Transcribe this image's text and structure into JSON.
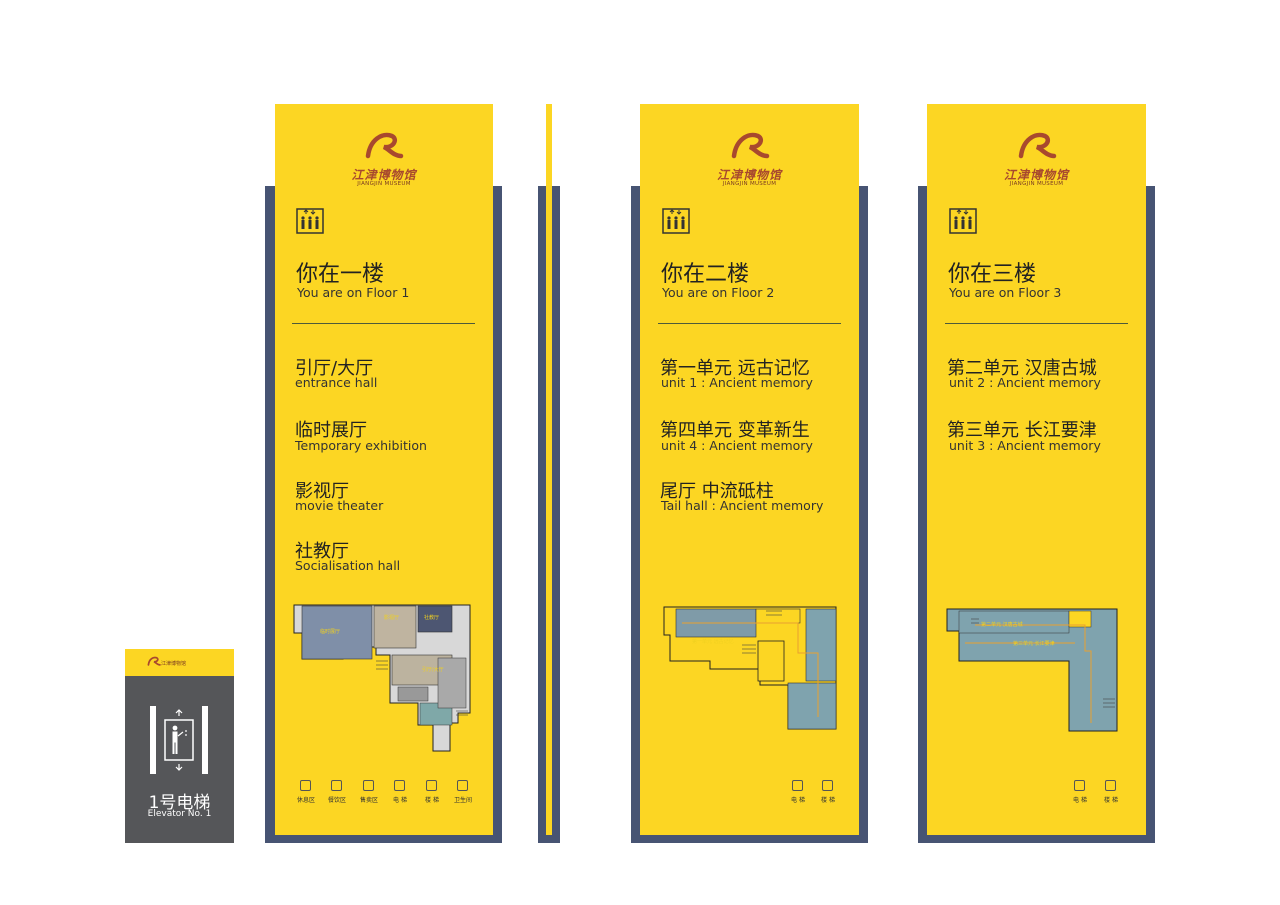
{
  "museum": {
    "name_cn": "江津博物馆",
    "name_en": "JIANGJIN MUSEUM"
  },
  "panels": [
    {
      "title_cn": "你在一楼",
      "title_en": "You are on Floor 1",
      "items": [
        {
          "cn": "引厅/大厅",
          "en": "entrance hall"
        },
        {
          "cn": "临时展厅",
          "en": "Temporary exhibition"
        },
        {
          "cn": "影视厅",
          "en": "movie theater"
        },
        {
          "cn": "社教厅",
          "en": "Socialisation hall"
        }
      ],
      "map_labels": [
        "临时展厅",
        "影视厅",
        "社教厅",
        "引厅/大厅"
      ],
      "footer": [
        "休息区",
        "餐饮区",
        "售卖区",
        "电 梯",
        "楼 梯",
        "卫生间"
      ]
    },
    {
      "title_cn": "你在二楼",
      "title_en": "You are on Floor 2",
      "items": [
        {
          "cn": "第一单元  远古记忆",
          "en": "unit 1 : Ancient memory"
        },
        {
          "cn": "第四单元  变革新生",
          "en": "unit  4 : Ancient memory"
        },
        {
          "cn": "尾厅  中流砥柱",
          "en": "Tail hall : Ancient memory"
        }
      ],
      "map_labels": [
        "第一单元  远古记忆"
      ],
      "footer": [
        "电 梯",
        "楼 梯"
      ]
    },
    {
      "title_cn": "你在三楼",
      "title_en": "You are on Floor 3",
      "items": [
        {
          "cn": "第二单元  汉唐古城",
          "en": "unit 2 : Ancient memory"
        },
        {
          "cn": "第三单元  长江要津",
          "en": "unit 3 : Ancient memory"
        }
      ],
      "map_labels": [
        "第二单元  汉唐古城",
        "第三单元  长江要津"
      ],
      "footer": [
        "电 梯",
        "楼 梯"
      ]
    }
  ],
  "elevator_sign": {
    "number_cn": "1号电梯",
    "number_en": "Elevator No. 1"
  },
  "colors": {
    "yellow": "#fcd623",
    "navy": "#475473",
    "gray": "#555659",
    "logo_red": "#a8492e"
  },
  "icons": [
    "museum-logo-icon",
    "elevator-icon",
    "rest-area-icon",
    "dining-icon",
    "shop-icon",
    "stairs-icon",
    "toilet-icon"
  ]
}
